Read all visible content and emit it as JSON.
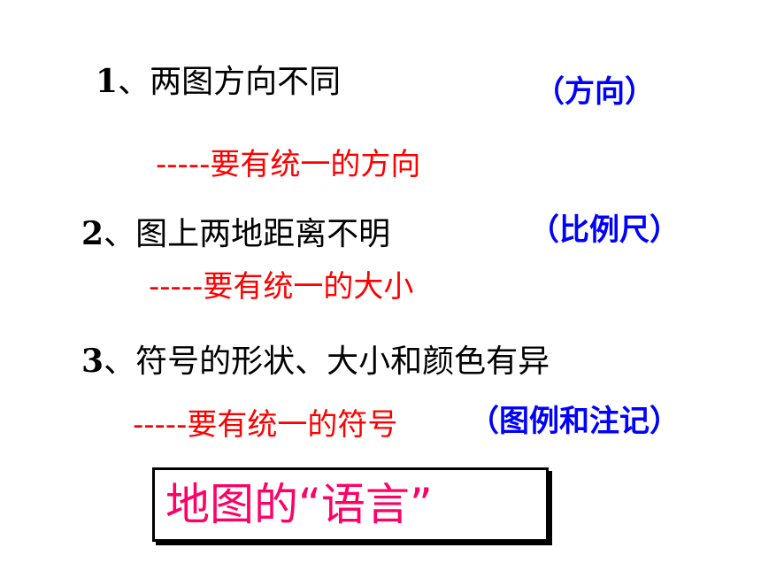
{
  "colors": {
    "text": "#000000",
    "conclusion": "#ff0000",
    "tag": "#0000ff",
    "box_text": "#ff0066"
  },
  "items": [
    {
      "number": "1",
      "separator": "、",
      "text": "两图方向不同",
      "conclusion": "-----要有统一的方向",
      "tag": "（方向）"
    },
    {
      "number": "2",
      "separator": "、",
      "text": "图上两地距离不明",
      "conclusion": "-----要有统一的大小",
      "tag": "（比例尺）"
    },
    {
      "number": "3",
      "separator": "、",
      "text": "符号的形状、大小和颜色有异",
      "conclusion": "-----要有统一的符号",
      "tag": "（图例和注记）"
    }
  ],
  "summary": "地图的“语言”"
}
